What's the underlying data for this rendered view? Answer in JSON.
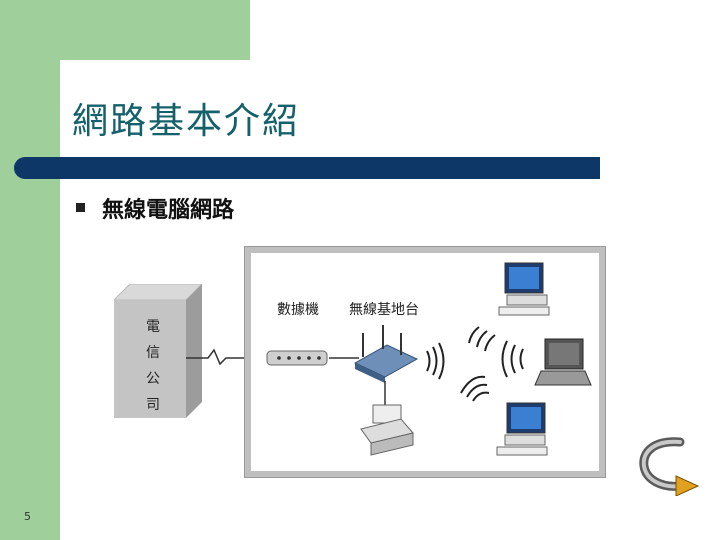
{
  "slide": {
    "title": "網路基本介紹",
    "bullet": "無線電腦網路",
    "page_number": "5"
  },
  "diagram": {
    "telecom_chars": [
      "電",
      "信",
      "公",
      "司"
    ],
    "modem_label": "數據機",
    "access_point_label": "無線基地台"
  },
  "colors": {
    "green_accent": "#9fcf9b",
    "title_teal": "#15616b",
    "navy_bar": "#0c3766"
  }
}
